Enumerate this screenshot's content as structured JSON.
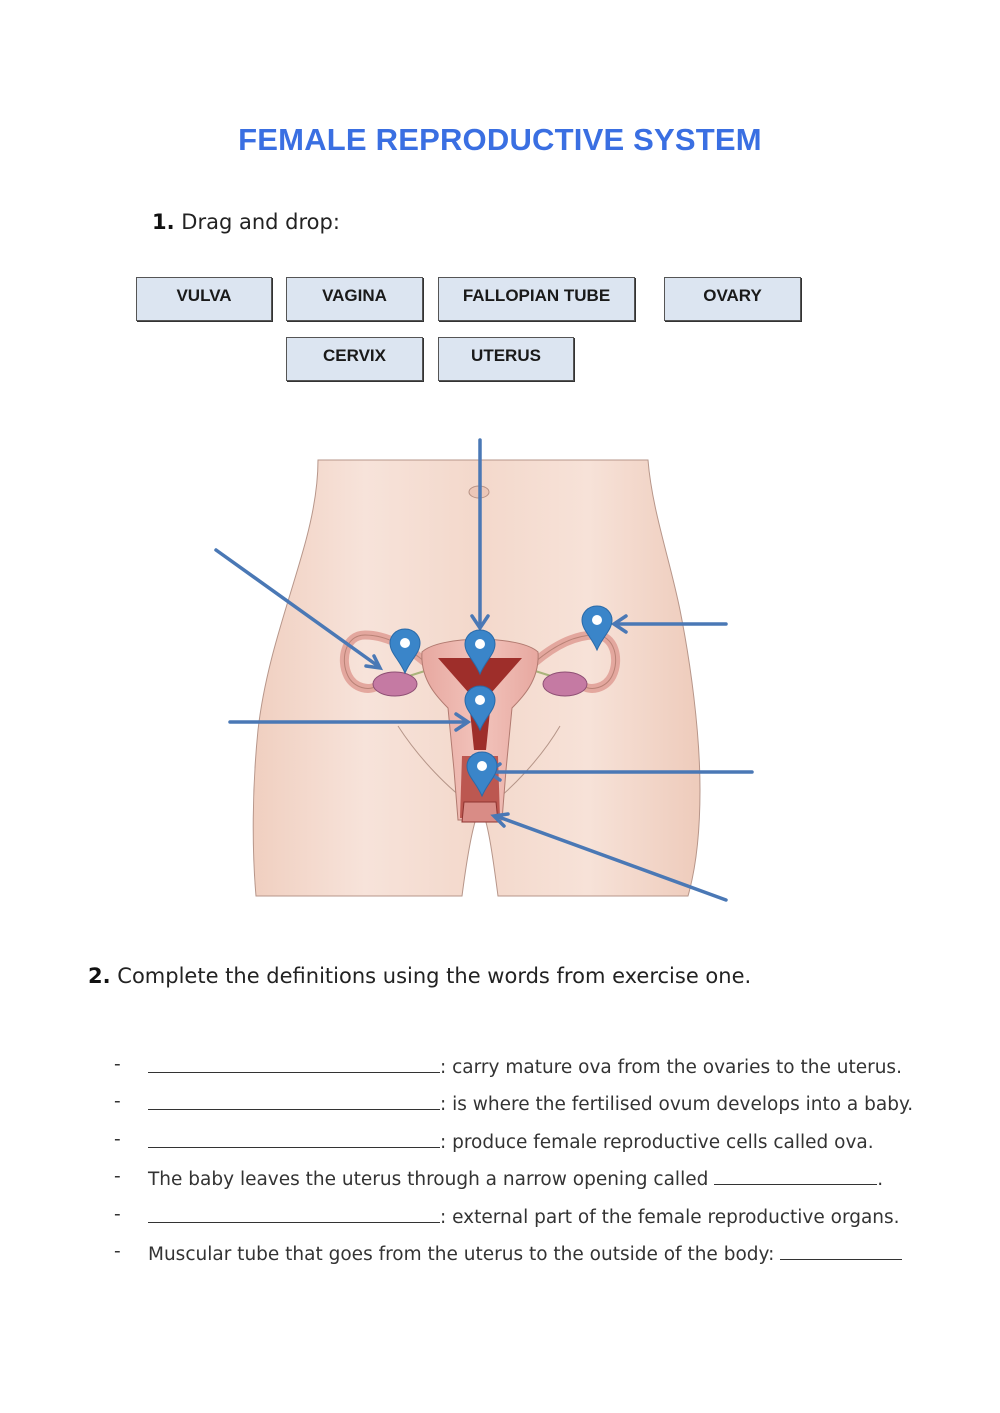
{
  "title": "FEMALE REPRODUCTIVE SYSTEM",
  "exercise1": {
    "number": "1.",
    "instruction": "Drag and drop:",
    "words": [
      {
        "label": "VULVA"
      },
      {
        "label": "VAGINA"
      },
      {
        "label": "FALLOPIAN TUBE"
      },
      {
        "label": "OVARY"
      },
      {
        "label": "CERVIX"
      },
      {
        "label": "UTERUS"
      }
    ],
    "word_box_color": "#dce5f1"
  },
  "diagram": {
    "description": "Front view illustration of female lower torso with uterus, fallopian tubes, ovaries, cervix and vagina; six blue pointer arrows and five blue map-pin drop targets",
    "drop_targets": [
      {
        "name": "left-ovary-pin"
      },
      {
        "name": "uterus-top-pin"
      },
      {
        "name": "right-fallopian-tube-pin"
      },
      {
        "name": "uterus-body-pin"
      },
      {
        "name": "vagina-pin"
      }
    ],
    "pin_color": "#3a85c9",
    "arrow_color": "#4a78b5",
    "skin_color": "#f3d6c8"
  },
  "exercise2": {
    "number": "2.",
    "instruction": "Complete the definitions using the words from exercise one.",
    "definitions": [
      {
        "bullet": "-",
        "before": "",
        "after": ": carry mature ova from the ovaries to the uterus."
      },
      {
        "bullet": "-",
        "before": "",
        "after": ": is where the fertilised ovum develops into a baby."
      },
      {
        "bullet": "-",
        "before": "",
        "after": ": produce female reproductive cells called ova."
      },
      {
        "bullet": "-",
        "before": "The baby leaves the uterus through a narrow opening called ",
        "after": "."
      },
      {
        "bullet": "-",
        "before": "",
        "after": ": external part of the female reproductive organs."
      },
      {
        "bullet": "-",
        "before": "Muscular tube that goes from the uterus to the outside of the body: ",
        "after": ""
      }
    ]
  }
}
